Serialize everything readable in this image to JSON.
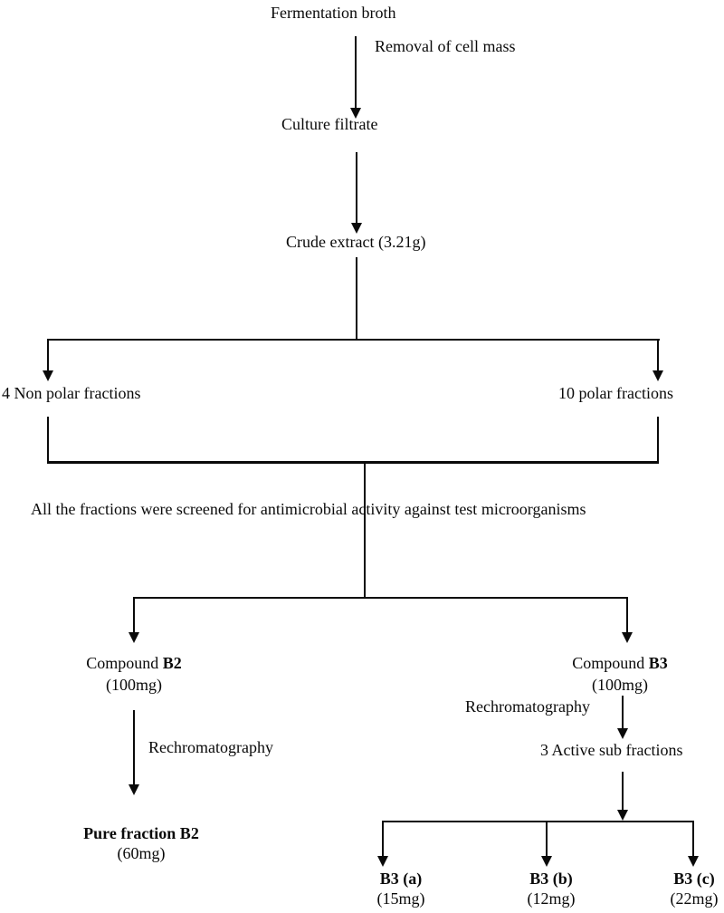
{
  "diagram": {
    "title_node": "Fermentation broth",
    "step1_label": "Removal of cell mass",
    "culture_filtrate": "Culture filtrate",
    "crude_extract": "Crude extract (3.21g)",
    "non_polar_fractions": "4 Non polar fractions",
    "polar_fractions": "10 polar fractions",
    "screening_note": "All the fractions were screened for antimicrobial activity against test microorganisms",
    "compound_b2": {
      "prefix": "Compound ",
      "code": "B2",
      "amount": "(100mg)"
    },
    "compound_b3": {
      "prefix": "Compound ",
      "code": "B3",
      "amount": "(100mg)"
    },
    "rechromatography_left": "Rechromatography",
    "rechromatography_right": "Rechromatography",
    "pure_fraction_b2": {
      "name": "Pure fraction B2",
      "amount": "(60mg)"
    },
    "active_sub_fractions": "3 Active sub fractions",
    "sub_fraction_a": {
      "name": "B3 (a)",
      "amount": "(15mg)"
    },
    "sub_fraction_b": {
      "name": "B3 (b)",
      "amount": "(12mg)"
    },
    "sub_fraction_c": {
      "name": "B3 (c)",
      "amount": "(22mg)"
    },
    "colors": {
      "line": "#0a0a0a",
      "background": "#ffffff"
    }
  }
}
